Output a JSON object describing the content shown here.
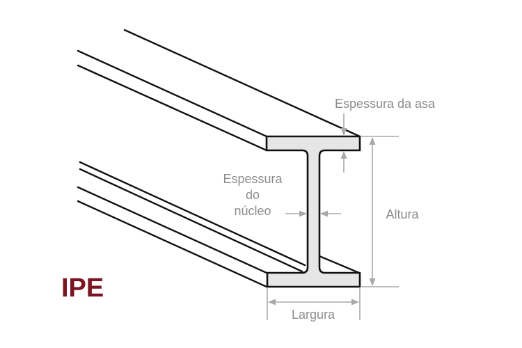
{
  "diagram": {
    "title": "IPE",
    "title_color": "#7a1420",
    "section_fill": "#e6e6e6",
    "line_color": "#111111",
    "dimension_color": "#a8a8a8",
    "label_color": "#8c8c8c"
  },
  "labels": {
    "flange_thickness": "Espessura da asa",
    "web_thickness_line1": "Espessura",
    "web_thickness_line2": "do",
    "web_thickness_line3": "núcleo",
    "height": "Altura",
    "width": "Largura"
  }
}
